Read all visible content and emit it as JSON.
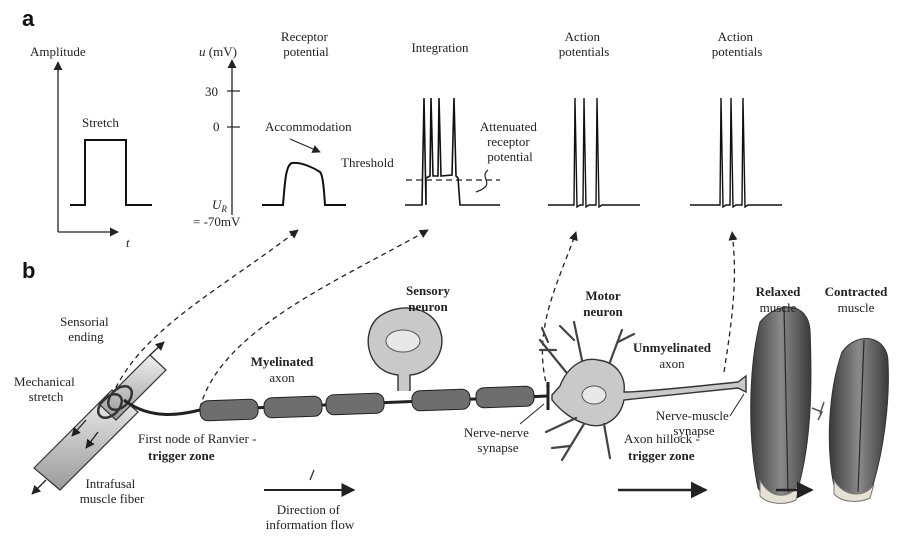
{
  "panels": {
    "a": "a",
    "b": "b"
  },
  "panel_a": {
    "amplitude_label": "Amplitude",
    "time_label": "t",
    "stretch_label": "Stretch",
    "u_axis": {
      "var": "u",
      "unit": "(mV)",
      "tick_30": "30",
      "tick_0": "0",
      "ur_main": "U",
      "ur_sub": "R",
      "ur_value": "= -70mV"
    },
    "column_titles": {
      "receptor": [
        "Receptor",
        "potential"
      ],
      "integration": "Integration",
      "action1": [
        "Action",
        "potentials"
      ],
      "action2": [
        "Action",
        "potentials"
      ]
    },
    "accommodation": "Accommodation",
    "threshold": "Threshold",
    "attenuated": [
      "Attenuated",
      "receptor",
      "potential"
    ]
  },
  "panel_b": {
    "sensorial_ending": [
      "Sensorial",
      "ending"
    ],
    "mechanical_stretch": [
      "Mechanical",
      "stretch"
    ],
    "intrafusal": [
      "Intrafusal",
      "muscle fiber"
    ],
    "first_node": "First node of Ranvier -",
    "trigger_zone_1": "trigger zone",
    "myelinated": "Myelinated",
    "axon_1": "axon",
    "sensory": "Sensory",
    "neuron_1": "neuron",
    "motor": "Motor",
    "neuron_2": "neuron",
    "unmyelinated": "Unmyelinated",
    "axon_2": "axon",
    "nerve_nerve": [
      "Nerve-nerve",
      "synapse"
    ],
    "axon_hillock": "Axon hillock -",
    "trigger_zone_2": "trigger zone",
    "nerve_muscle": [
      "Nerve-muscle",
      "synapse"
    ],
    "relaxed": "Relaxed",
    "muscle_1": "muscle",
    "contracted": "Contracted",
    "muscle_2": "muscle",
    "direction": [
      "Direction of",
      "information flow"
    ]
  },
  "colors": {
    "ink": "#222222",
    "cell_fill": "#c9c9c9",
    "myelin_fill": "#6e6e6e",
    "muscle_fill": "#5a5a5a"
  }
}
